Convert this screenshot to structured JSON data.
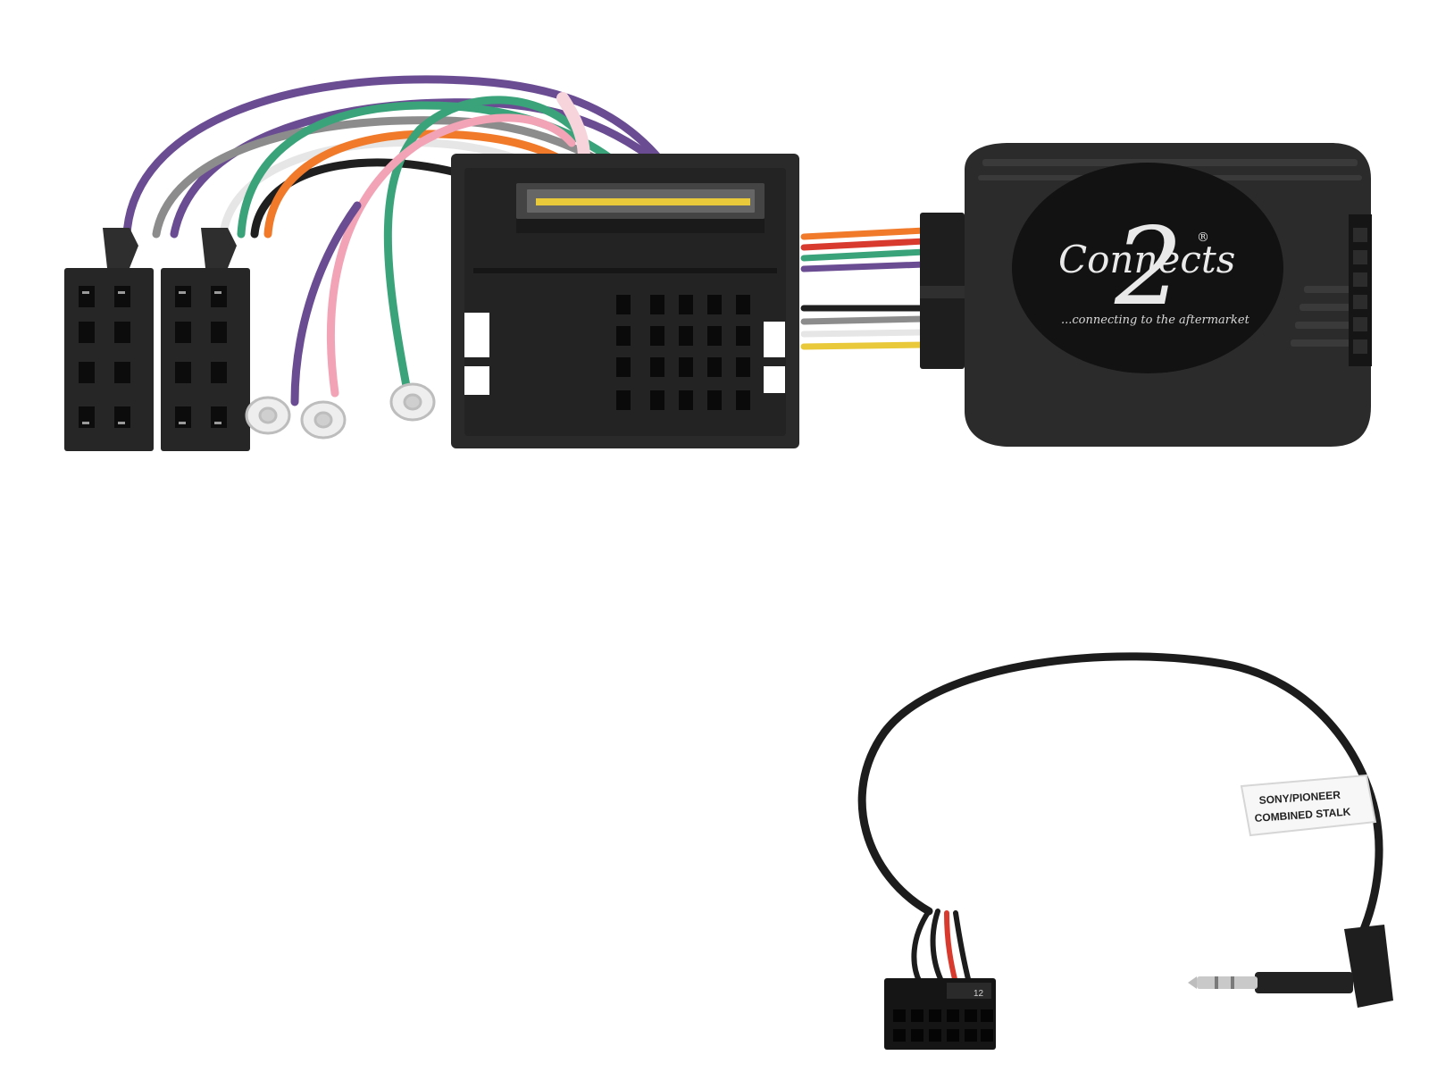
{
  "image": {
    "background": "#ffffff",
    "subject": "steering wheel control interface harness kit"
  },
  "module": {
    "brand_name": "Connects",
    "brand_numeral": "2",
    "registered_mark": "®",
    "tagline": "...connecting to the aftermarket",
    "housing_color": "#2b2b2b"
  },
  "wire_colors": {
    "purple": "#6a4c93",
    "grey": "#8c8c8c",
    "white": "#e6e6e6",
    "green": "#3aa37a",
    "pink": "#f2a3b5",
    "orange": "#f07a2a",
    "black": "#1f1f1f",
    "red": "#d83a2e",
    "yellow": "#e9c93a"
  },
  "patch_lead": {
    "label_line1": "SONY/PIONEER",
    "label_line2": "COMBINED STALK",
    "connector_pin_mark": "12"
  }
}
